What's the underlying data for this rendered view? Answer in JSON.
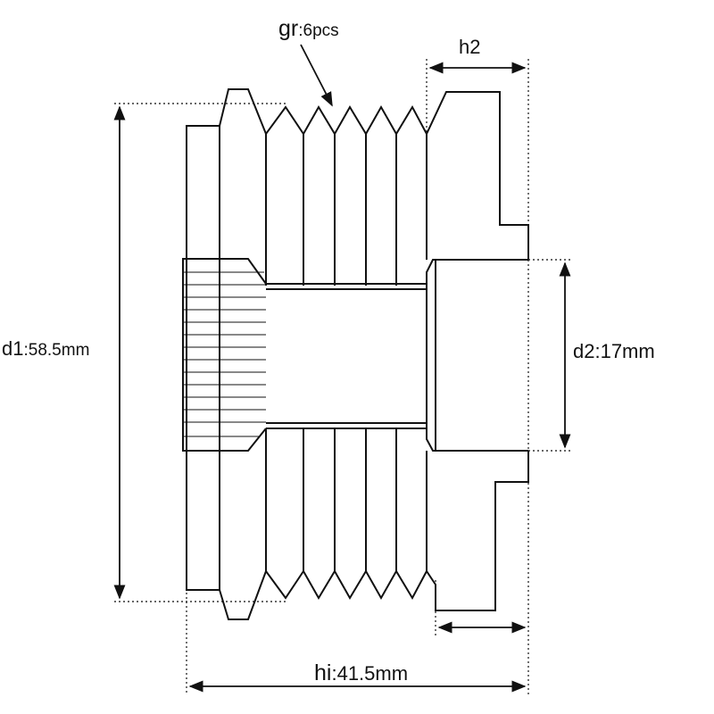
{
  "labels": {
    "gr_prefix": "gr",
    "gr_value": ":6pcs",
    "h2": "h2",
    "d1_prefix": "d1",
    "d1_value": ":58.5mm",
    "d2": "d2:17mm",
    "hi_prefix": "hi",
    "hi_value": ":41.5mm"
  },
  "colors": {
    "line": "#111111",
    "dim_dots": "#333333",
    "background": "#ffffff"
  }
}
